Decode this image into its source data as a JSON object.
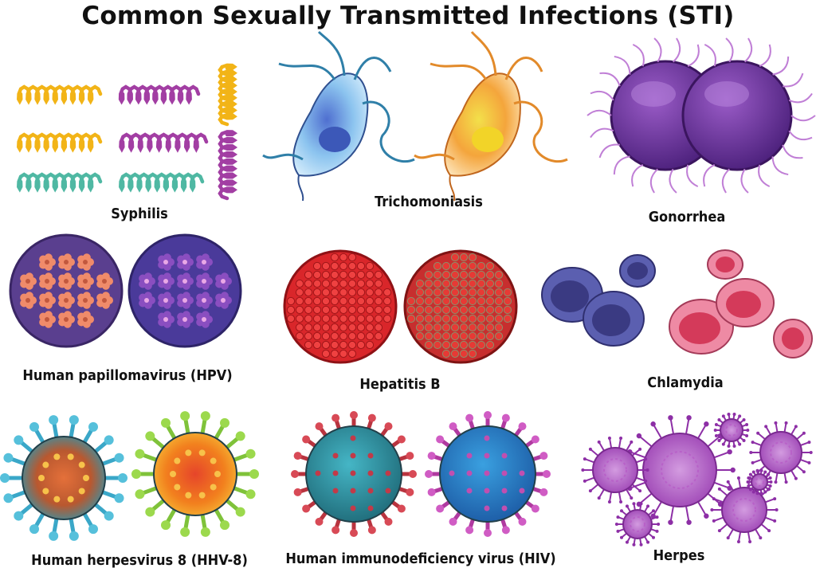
{
  "title": "Common Sexually Transmitted Infections (STI)",
  "labels": {
    "syphilis": "Syphilis",
    "trichomoniasis": "Trichomoniasis",
    "gonorrhea": "Gonorrhea",
    "hpv": "Human papillomavirus (HPV)",
    "hepatitis_b": "Hepatitis B",
    "chlamydia": "Chlamydia",
    "hhv8": "Human herpesvirus 8 (HHV-8)",
    "hiv": "Human immunodeficiency virus (HIV)",
    "herpes": "Herpes"
  },
  "colors": {
    "syphilis": [
      "#f2b417",
      "#a23ea3",
      "#4fb8a3"
    ],
    "trichomoniasis": [
      "#7fb8e6",
      "#f6b24a"
    ],
    "gonorrhea": "#6b2d9e",
    "hpv": [
      "#f08b6a",
      "#8a4ec0"
    ],
    "hepatitis_b": [
      "#d9262a",
      "#8c8f6a"
    ],
    "chlamydia": [
      "#5b5fb0",
      "#e9708c"
    ],
    "hhv8": [
      "#3aa7c8",
      "#f07a22"
    ],
    "hiv": [
      "#2f8fa0",
      "#2577c7"
    ],
    "herpes": "#a24ab8"
  }
}
